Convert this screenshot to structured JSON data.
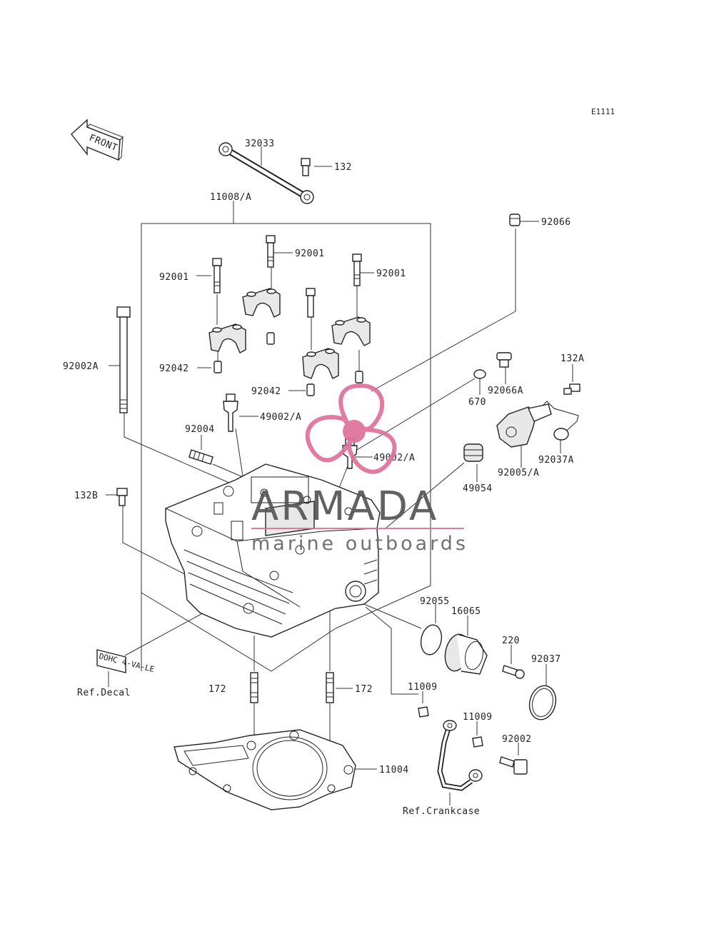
{
  "diagram_code": "E1111",
  "front_arrow_label": "FRONT",
  "watermark": {
    "brand": "ARMADA",
    "tagline": "marine outboards",
    "accent_color": "#e0709a"
  },
  "part_labels": {
    "p32033": "32033",
    "p132": "132",
    "p11008A": "11008/A",
    "p92066": "92066",
    "p92001_left": "92001",
    "p92001_center": "92001",
    "p92001_right": "92001",
    "p92002A": "92002A",
    "p92042_left": "92042",
    "p92042_center": "92042",
    "p670": "670",
    "p92066A": "92066A",
    "p132A": "132A",
    "p49002A_upper": "49002/A",
    "p92004": "92004",
    "p49002A_lower": "49002/A",
    "p92037A": "92037A",
    "p92005A": "92005/A",
    "p49054": "49054",
    "p132B": "132B",
    "p92055": "92055",
    "p16065": "16065",
    "p220": "220",
    "p92037": "92037",
    "p172_left": "172",
    "p172_right": "172",
    "p11009_upper": "11009",
    "p11009_lower": "11009",
    "p92002": "92002",
    "p11004": "11004"
  },
  "references": {
    "decal": "Ref.Decal",
    "crankcase": "Ref.Crankcase"
  },
  "decal_text": "DOHC 4-VA-LE"
}
